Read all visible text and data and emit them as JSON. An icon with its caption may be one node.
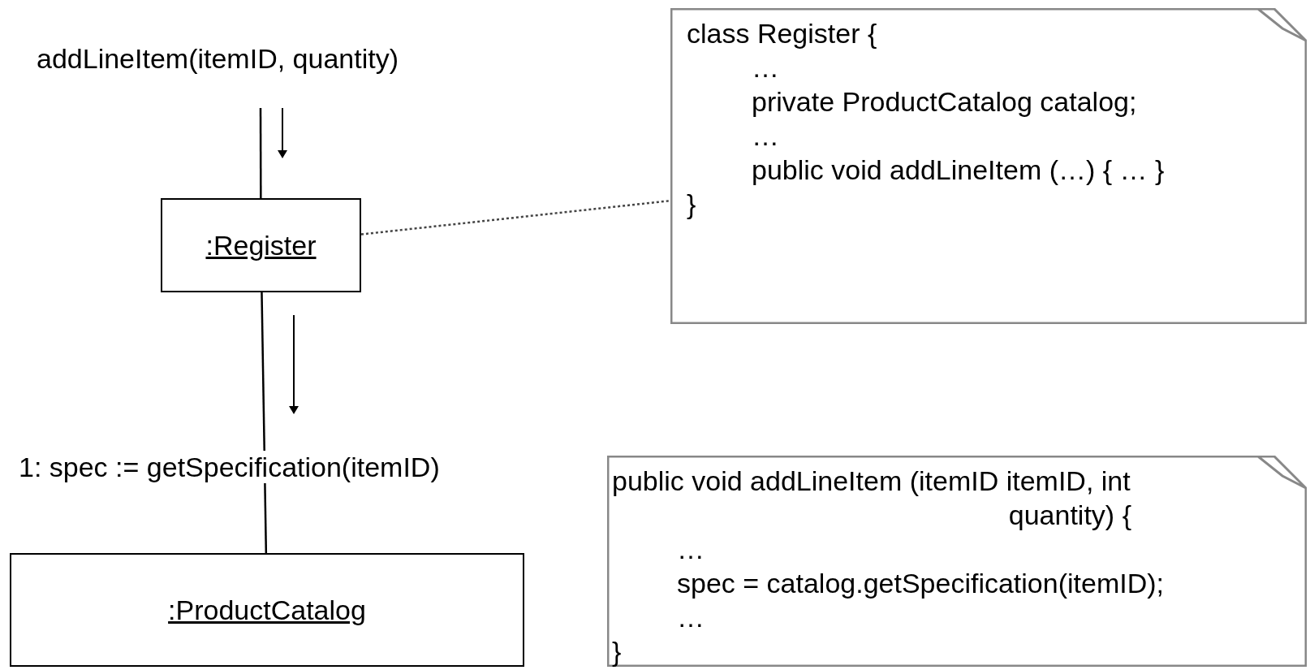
{
  "diagram": {
    "nodes": [
      {
        "text": [
          ":Register"
        ]
      },
      {
        "text": [
          ":ProductCatalog"
        ]
      },
      {
        "text": [
          "class Register {",
          "…",
          "private ProductCatalog catalog;",
          "…",
          "public void addLineItem (…) { … }",
          "}"
        ]
      },
      {
        "text": [
          "public void addLineItem (itemID itemID, int quantity) {",
          "…",
          "spec = catalog.getSpecification(itemID);",
          "…",
          "}"
        ]
      }
    ],
    "edges": [
      {
        "from": null,
        "to": 0,
        "arrow": "none",
        "label": "addLineItem(itemID, quantity)"
      },
      {
        "from": 0,
        "to": 1,
        "arrow": "none",
        "label": "1: spec := getSpecification(itemID)"
      },
      {
        "from": 0,
        "to": 2,
        "arrow": "none",
        "style": "dashed"
      }
    ]
  }
}
